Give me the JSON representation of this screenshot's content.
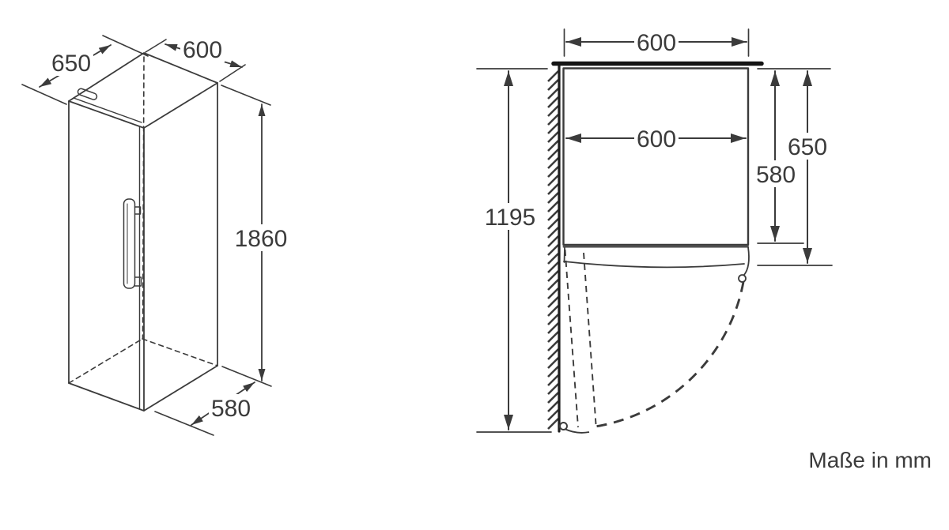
{
  "caption": "Maße in mm",
  "colors": {
    "line": "#3b3b3b",
    "heavy_line": "#1a1a1a",
    "background": "#ffffff"
  },
  "isometric_view": {
    "labels": {
      "depth_top": "650",
      "width_top": "600",
      "height": "1860",
      "depth_bottom": "580"
    }
  },
  "top_view": {
    "labels": {
      "width_outer": "600",
      "width_inner": "600",
      "depth_total": "1195",
      "depth_body": "580",
      "depth_with_door": "650"
    }
  }
}
